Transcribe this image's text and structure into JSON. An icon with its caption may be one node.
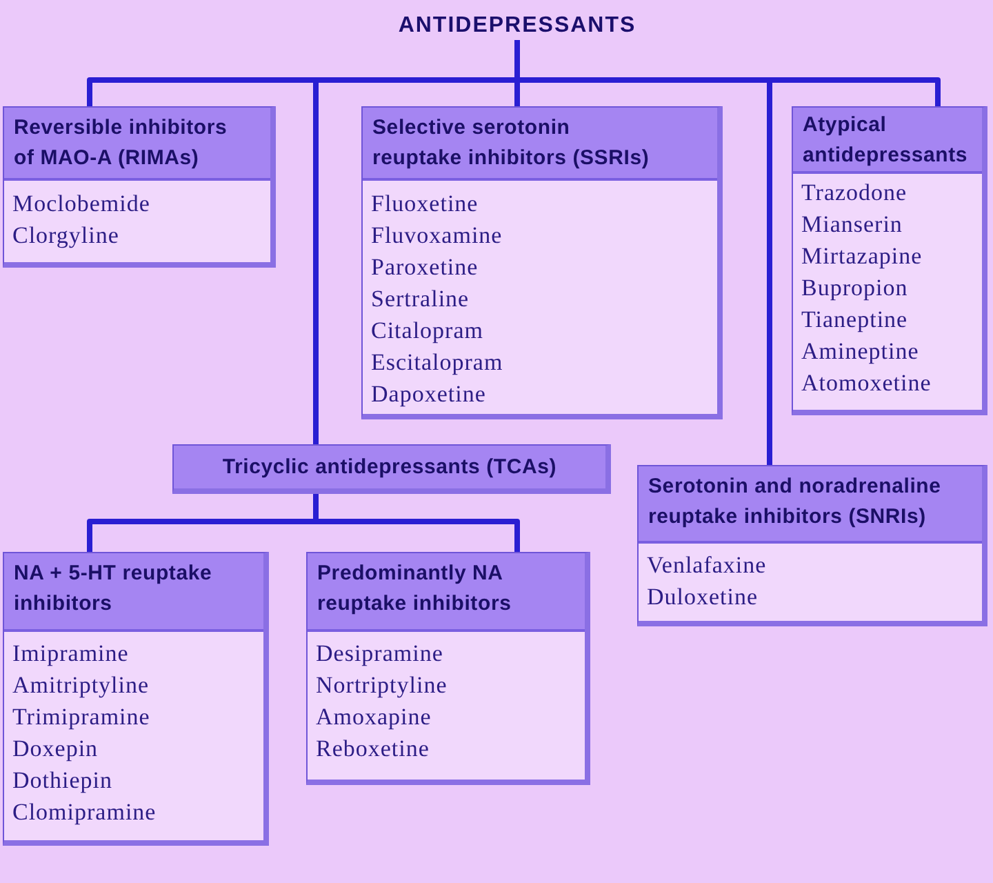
{
  "diagram": {
    "nodes": [
      {
        "text": [
          "ANTIDEPRESSANTS"
        ]
      },
      {
        "text": [
          "Reversible inhibitors of MAO-A (RIMAs)",
          "Moclobemide",
          "Clorgyline"
        ]
      },
      {
        "text": [
          "Selective serotonin reuptake inhibitors (SSRIs)",
          "Fluoxetine",
          "Fluvoxamine",
          "Paroxetine",
          "Sertraline",
          "Citalopram",
          "Escitalopram",
          "Dapoxetine"
        ]
      },
      {
        "text": [
          "Atypical antidepressants",
          "Trazodone",
          "Mianserin",
          "Mirtazapine",
          "Bupropion",
          "Tianeptine",
          "Amineptine",
          "Atomoxetine"
        ]
      },
      {
        "text": [
          "Tricyclic antidepressants (TCAs)"
        ]
      },
      {
        "text": [
          "Serotonin and noradrenaline reuptake inhibitors (SNRIs)",
          "Venlafaxine",
          "Duloxetine"
        ]
      },
      {
        "text": [
          "NA + 5-HT reuptake inhibitors",
          "Imipramine",
          "Amitriptyline",
          "Trimipramine",
          "Doxepin",
          "Dothiepin",
          "Clomipramine"
        ]
      },
      {
        "text": [
          "Predominantly NA reuptake inhibitors",
          "Desipramine",
          "Nortriptyline",
          "Amoxapine",
          "Reboxetine"
        ]
      }
    ],
    "edges": [
      {
        "from": 0,
        "to": 1,
        "arrow": "none"
      },
      {
        "from": 0,
        "to": 2,
        "arrow": "none"
      },
      {
        "from": 0,
        "to": 3,
        "arrow": "none"
      },
      {
        "from": 0,
        "to": 4,
        "arrow": "none"
      },
      {
        "from": 0,
        "to": 5,
        "arrow": "none"
      },
      {
        "from": 4,
        "to": 6,
        "arrow": "none"
      },
      {
        "from": 4,
        "to": 7,
        "arrow": "none"
      }
    ]
  }
}
